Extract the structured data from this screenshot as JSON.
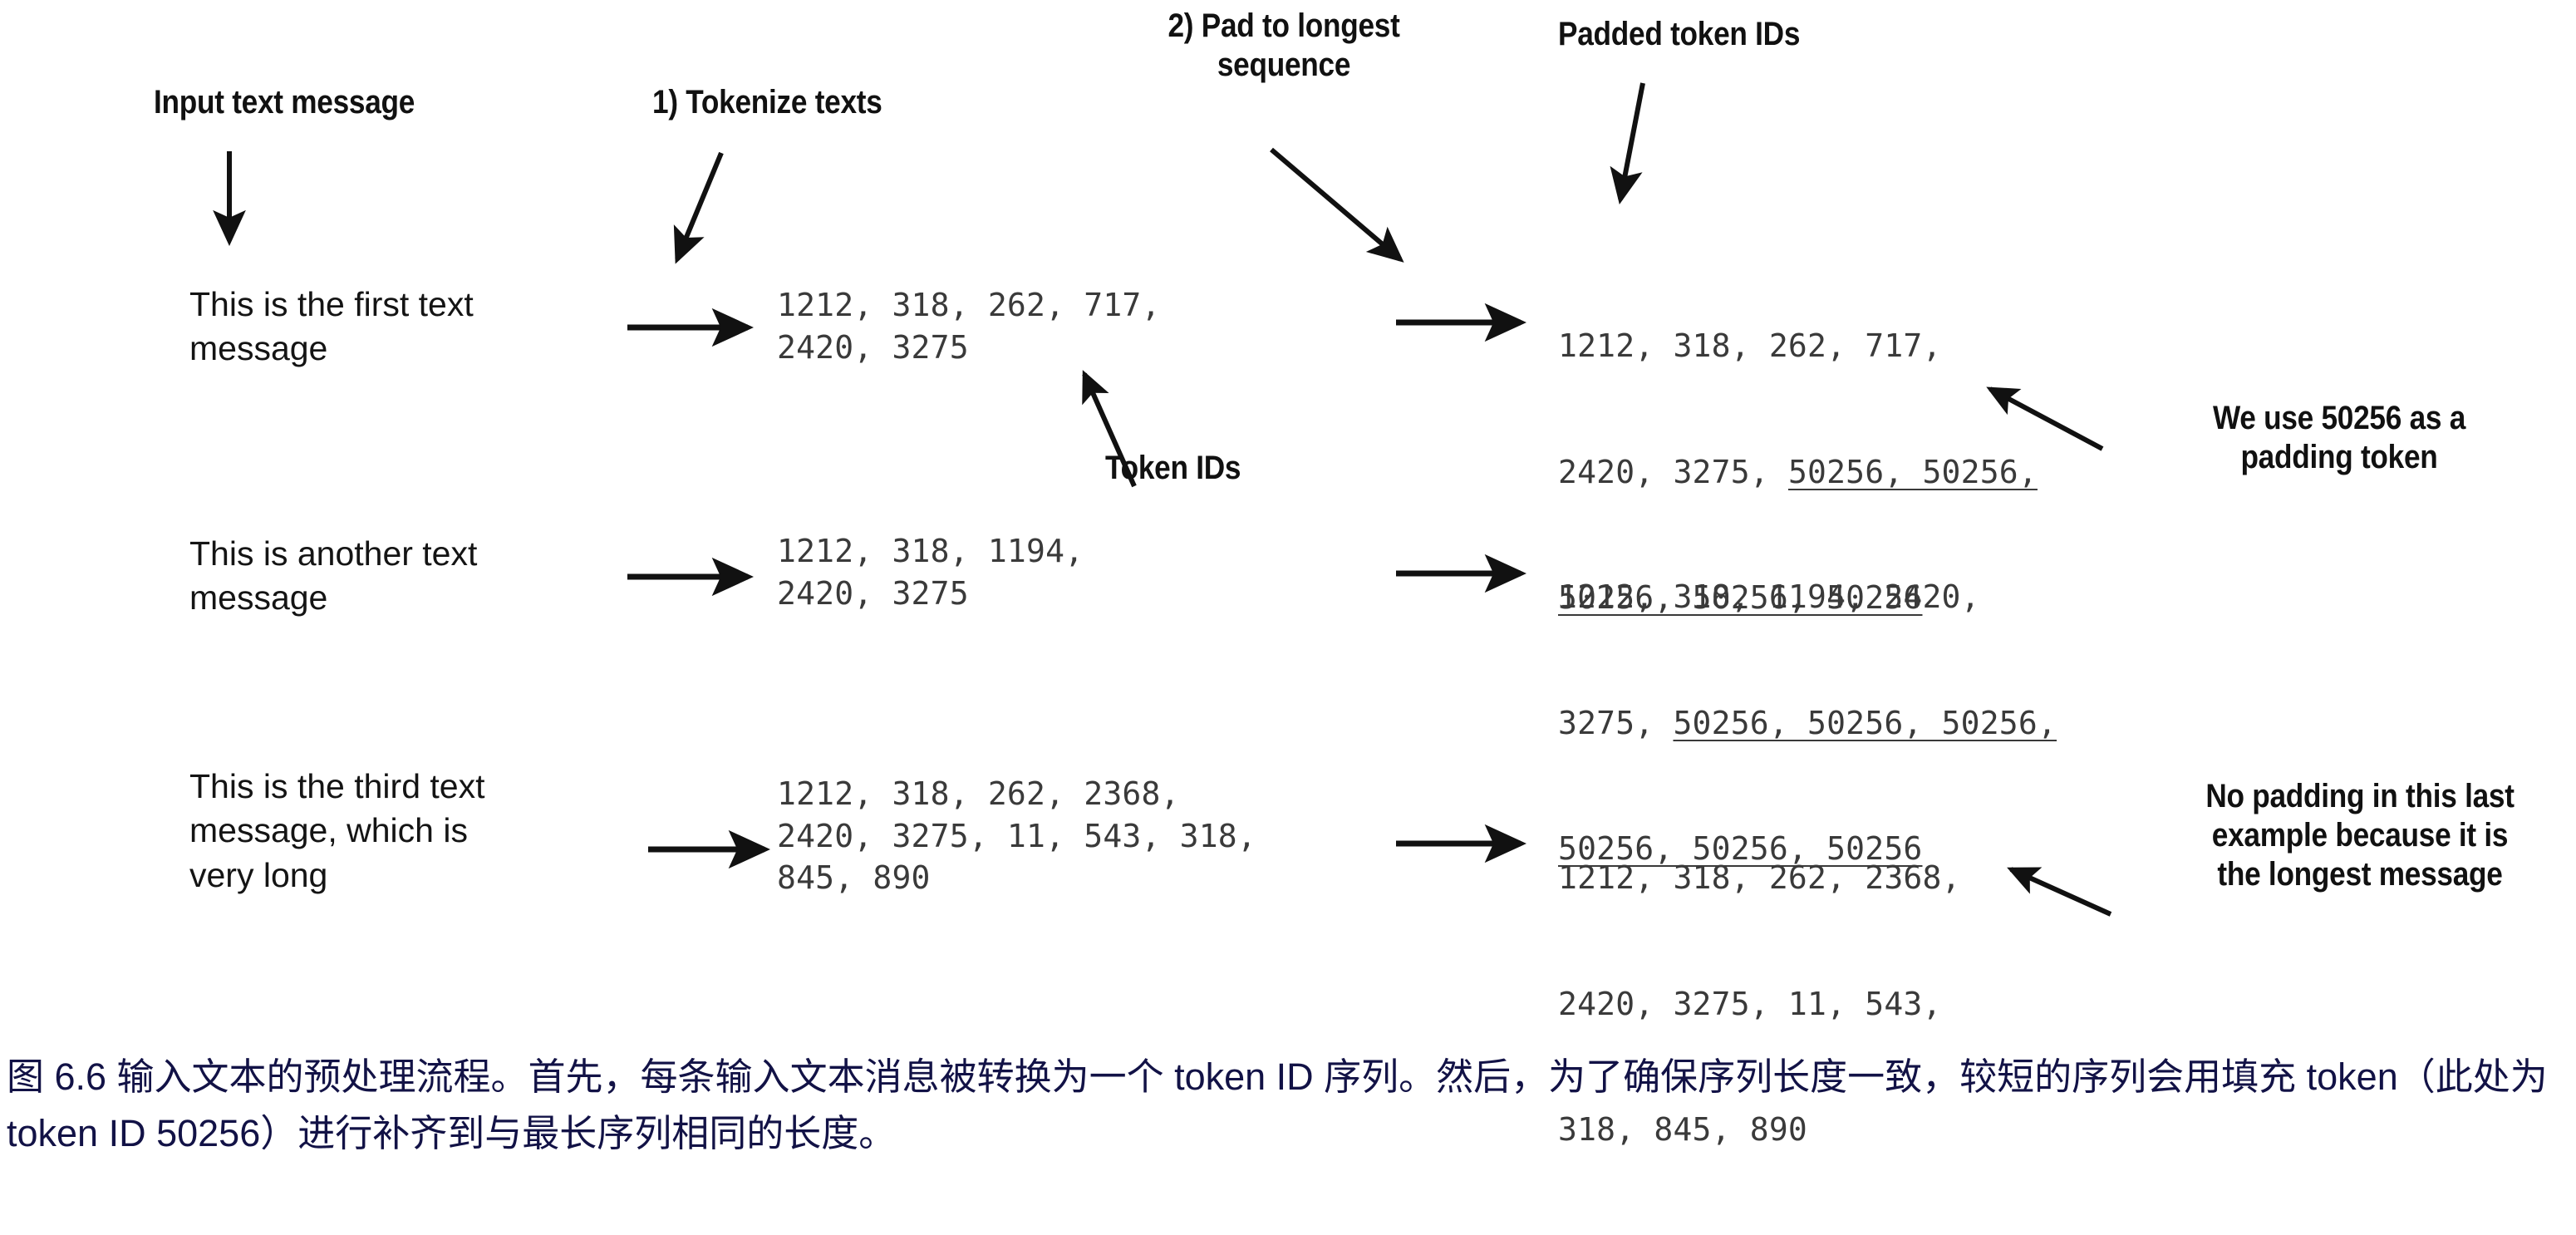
{
  "figure": {
    "headers": {
      "input_label": "Input text message",
      "step1_label": "1) Tokenize texts",
      "step2_label": "2) Pad to longest\nsequence",
      "padded_label": "Padded token IDs",
      "token_ids_label": "Token IDs"
    },
    "annotations": {
      "padding_note": "We use 50256 as a\npadding token",
      "no_padding_note": "No padding in this last\nexample because it is\nthe longest message"
    },
    "rows": [
      {
        "text": "This is the first text\nmessage",
        "token_ids": "1212, 318, 262, 717,\n2420, 3275",
        "padded_prefix_line1": "1212, 318, 262, 717,",
        "padded_prefix_line2": "2420, 3275, ",
        "padded_pad_line2": "50256, 50256,",
        "padded_pad_line3": "50256, 50256, 50256"
      },
      {
        "text": "This is another text\nmessage",
        "token_ids": "1212, 318, 1194,\n2420, 3275",
        "padded_prefix_line1": "1212, 318, 1194, 2420,",
        "padded_prefix_line2": "3275, ",
        "padded_pad_line2": "50256, 50256, 50256,",
        "padded_pad_line3": "50256, 50256, 50256"
      },
      {
        "text": "This is the third text\nmessage, which is\nvery long",
        "token_ids": "1212, 318, 262, 2368,\n2420, 3275, 11, 543, 318,\n845, 890",
        "padded_prefix_line1": "1212, 318, 262, 2368,",
        "padded_prefix_line2": "2420, 3275, 11, 543,",
        "padded_pad_line2": "",
        "padded_pad_line3": "318, 845, 890"
      }
    ],
    "caption": "图 6.6 输入文本的预处理流程。首先，每条输入文本消息被转换为一个 token ID 序列。然后，为了确保序列长度一致，较短的序列会用填充 token（此处为 token ID 50256）进行补齐到与最长序列相同的长度。",
    "colors": {
      "ink": "#111111",
      "mono_ink": "#3a3a3a",
      "caption": "#121246",
      "background": "#ffffff"
    }
  }
}
